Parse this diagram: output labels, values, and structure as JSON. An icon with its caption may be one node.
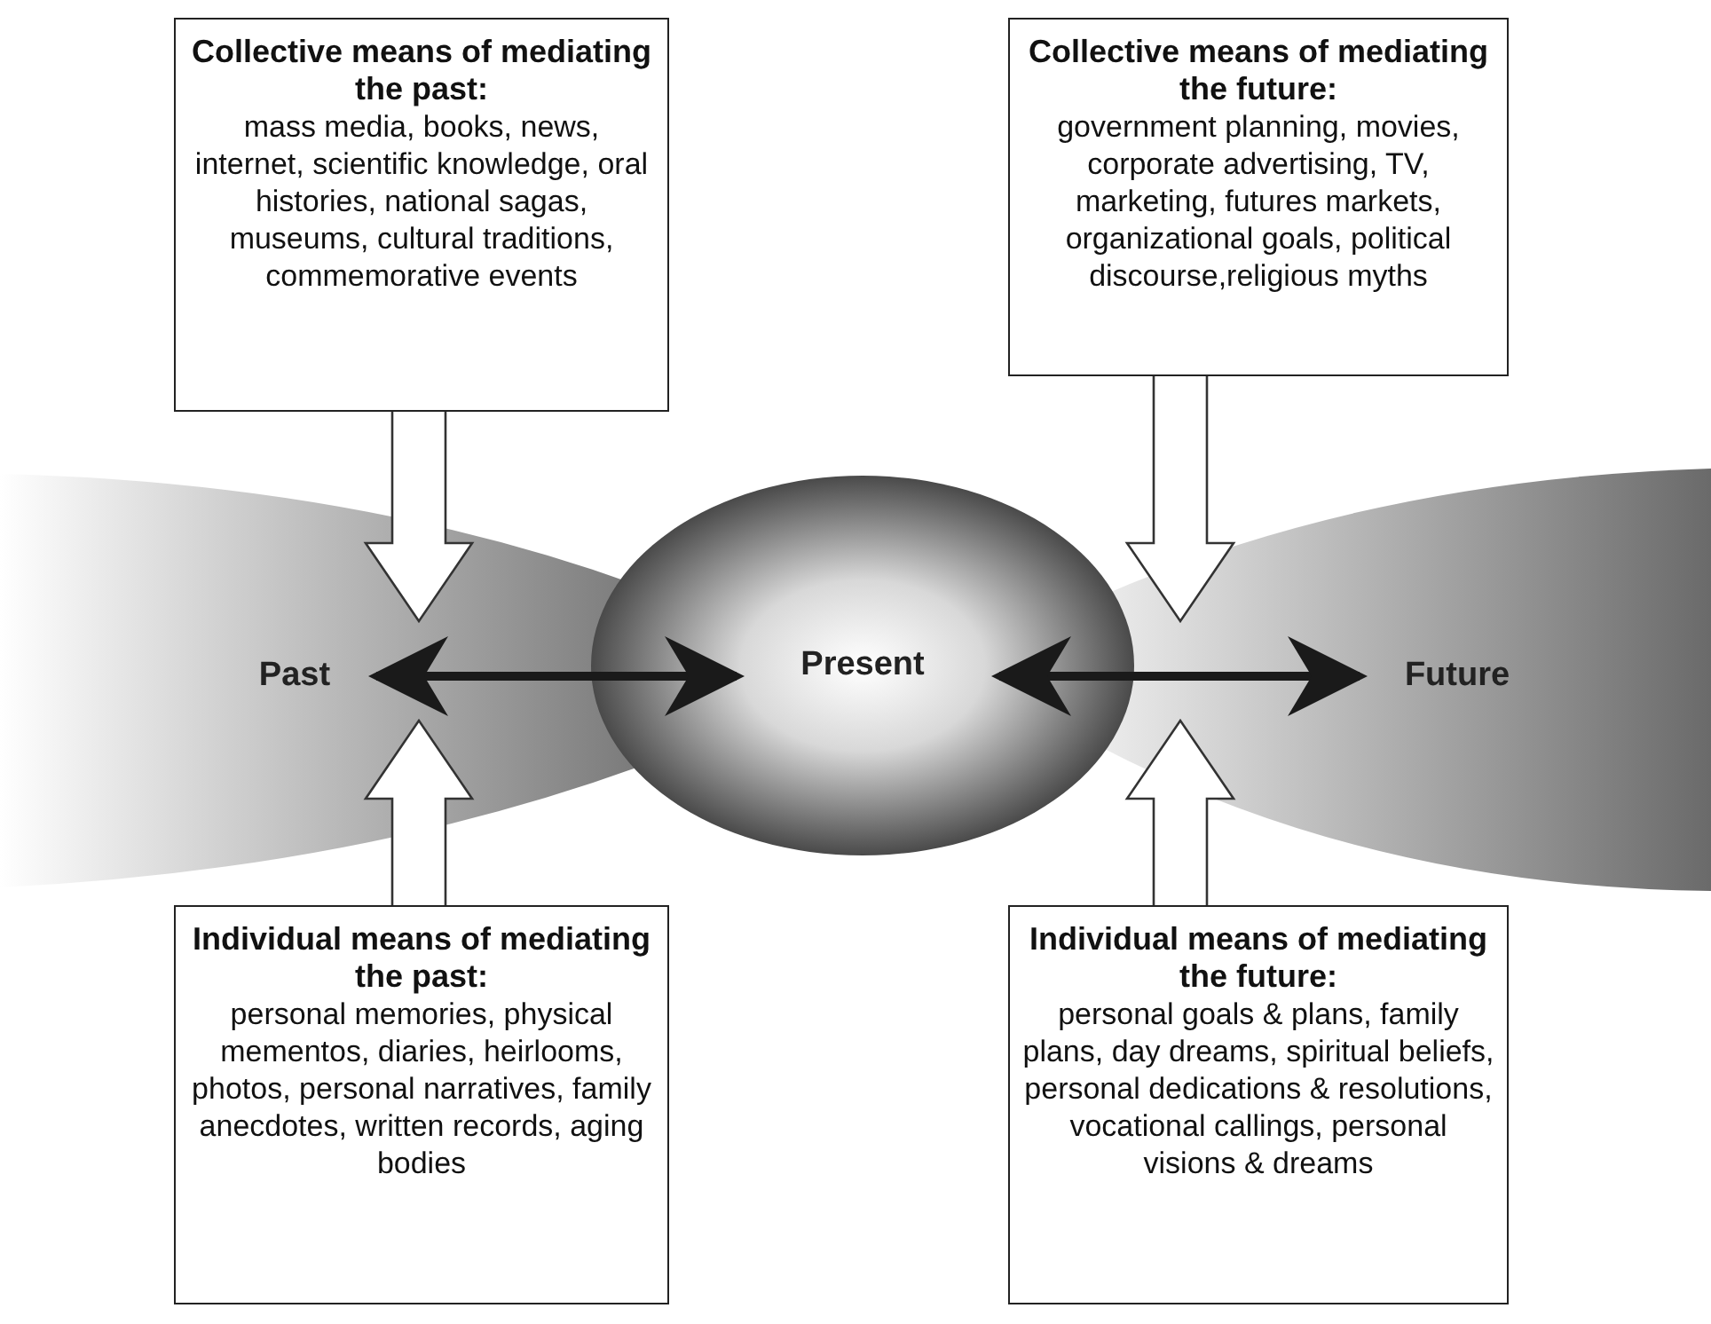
{
  "diagram": {
    "nodes": [
      {
        "text": [
          "Collective means of mediating the past:",
          "mass media, books, news, internet, scientific knowledge, oral histories, national sagas, museums, cultural traditions, commemorative events"
        ]
      },
      {
        "text": [
          "Collective means of mediating the future:",
          "government planning, movies, corporate advertising, TV, marketing, futures markets, organizational goals, political discourse,religious myths"
        ]
      },
      {
        "text": [
          "Past"
        ]
      },
      {
        "text": [
          "Present"
        ]
      },
      {
        "text": [
          "Future"
        ]
      },
      {
        "text": [
          "Individual means of mediating the past:",
          "personal memories, physical mementos, diaries, heirlooms, photos, personal narratives, family anecdotes, written records, aging bodies"
        ]
      },
      {
        "text": [
          "Individual means of mediating the future:",
          "personal goals & plans, family plans, day dreams, spiritual beliefs, personal dedications & resolutions, vocational callings, personal visions & dreams"
        ]
      }
    ],
    "edges": [
      {
        "from": 2,
        "to": 3,
        "arrow": "both"
      },
      {
        "from": 3,
        "to": 4,
        "arrow": "both"
      },
      {
        "from": 0,
        "to": null,
        "arrow": "to",
        "style": "thick"
      },
      {
        "from": 5,
        "to": null,
        "arrow": "to",
        "style": "thick"
      },
      {
        "from": 1,
        "to": null,
        "arrow": "to",
        "style": "thick"
      },
      {
        "from": 6,
        "to": null,
        "arrow": "to",
        "style": "thick"
      }
    ]
  }
}
